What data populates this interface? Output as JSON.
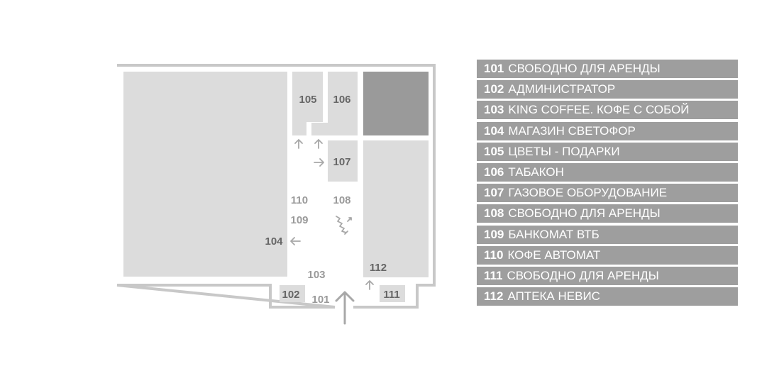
{
  "map": {
    "rooms": [
      {
        "code": "101",
        "key": "101"
      },
      {
        "code": "102",
        "key": "102"
      },
      {
        "code": "103",
        "key": "103"
      },
      {
        "code": "104",
        "key": "104"
      },
      {
        "code": "105",
        "key": "105"
      },
      {
        "code": "106",
        "key": "106"
      },
      {
        "code": "107",
        "key": "107"
      },
      {
        "code": "108",
        "key": "108"
      },
      {
        "code": "109",
        "key": "109"
      },
      {
        "code": "110",
        "key": "110"
      },
      {
        "code": "111",
        "key": "111"
      },
      {
        "code": "112",
        "key": "112"
      }
    ],
    "colors": {
      "wall": "#c8c8c8",
      "room": "#dcdcdc",
      "room_dark": "#9a9a9a",
      "arrow": "#a8a8a8",
      "label": "#666666",
      "label_light": "#9a9a9a",
      "legend_bg": "#9e9e9e",
      "legend_text": "#ffffff"
    }
  },
  "legend": [
    {
      "code": "101",
      "name": "СВОБОДНО ДЛЯ АРЕНДЫ"
    },
    {
      "code": "102",
      "name": "АДМИНИСТРАТОР"
    },
    {
      "code": "103",
      "name": "KING COFFEE. КОФЕ С СОБОЙ"
    },
    {
      "code": "104",
      "name": "МАГАЗИН СВЕТОФОР"
    },
    {
      "code": "105",
      "name": "ЦВЕТЫ - ПОДАРКИ"
    },
    {
      "code": "106",
      "name": "ТАБАКОН"
    },
    {
      "code": "107",
      "name": "ГАЗОВОЕ ОБОРУДОВАНИЕ"
    },
    {
      "code": "108",
      "name": "СВОБОДНО ДЛЯ АРЕНДЫ"
    },
    {
      "code": "109",
      "name": "БАНКОМАТ ВТБ"
    },
    {
      "code": "110",
      "name": "КОФЕ АВТОМАТ"
    },
    {
      "code": "111",
      "name": "СВОБОДНО ДЛЯ АРЕНДЫ"
    },
    {
      "code": "112",
      "name": "АПТЕКА НЕВИС"
    }
  ]
}
